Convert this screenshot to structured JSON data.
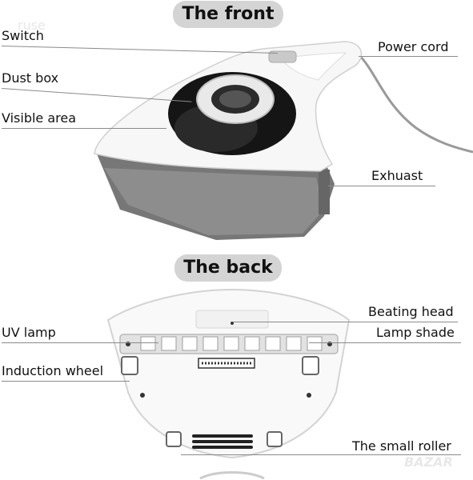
{
  "front": {
    "title": "The front",
    "labels": {
      "switch": "Switch",
      "dust_box": "Dust box",
      "visible_area": "Visible area",
      "power_cord": "Power cord",
      "exhuast": "Exhuast"
    }
  },
  "back": {
    "title": "The back",
    "labels": {
      "beating_head": "Beating head",
      "uv_lamp": "UV lamp",
      "lamp_shade": "Lamp shade",
      "induction_wheel": "Induction wheel",
      "small_roller": "The small roller"
    }
  },
  "watermarks": {
    "top": "ruse",
    "bottom": "BAZAR"
  }
}
